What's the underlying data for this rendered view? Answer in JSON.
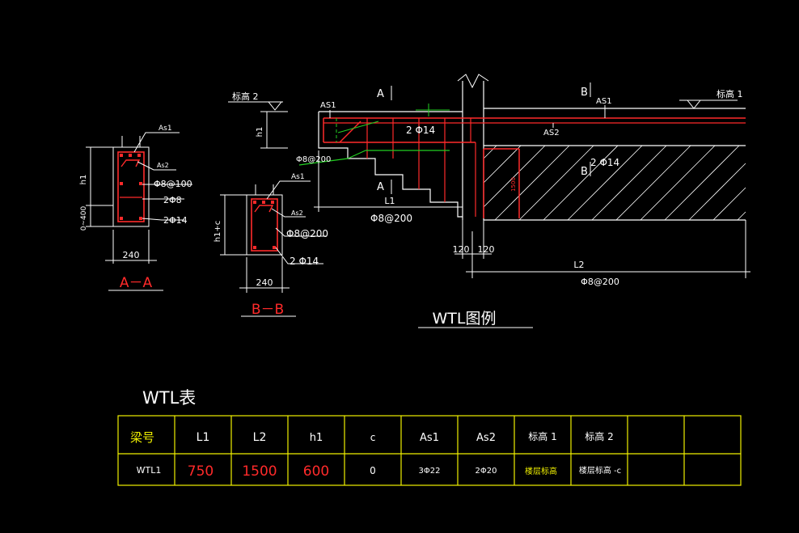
{
  "colors": {
    "background": "#000000",
    "outline": "#ffffff",
    "frame": "#f0f000",
    "rebar": "#ff2a2a",
    "stirrup": "#22d022",
    "value_red": "#ff2a2a"
  },
  "section_aa": {
    "title": "A－A",
    "as1": "As1",
    "as2": "As2",
    "stirrup": "Φ8@100",
    "bars_mid": "2Φ8",
    "bars_bot": "2Φ14",
    "h1": "h1",
    "dim_400": "0~400",
    "width": "240"
  },
  "section_bb": {
    "title": "B－B",
    "as1": "As1",
    "as2": "As2",
    "stirrup": "Φ8@200",
    "bars_bot": "2 Φ14",
    "h1c": "h1+c",
    "width": "240"
  },
  "elevation": {
    "elev2": "标高 2",
    "elev1": "标高 1",
    "h1": "h1",
    "a_top": "A",
    "a_bot": "A",
    "b_top": "B",
    "b_mid": "B",
    "as1_left": "AS1",
    "as1_right": "AS1",
    "as2": "AS2",
    "bars_top": "2 Φ14",
    "bars_right": "2 Φ14",
    "stirrup_small": "Φ8@200",
    "l1": "L1",
    "l1_stirrup": "Φ8@200",
    "dim_120a": "120",
    "dim_120b": "120",
    "l2": "L2",
    "l2_stirrup": "Φ8@200",
    "dim_1500": "1500",
    "legend_title": "WTL图例"
  },
  "table": {
    "title": "WTL表",
    "headers": [
      "梁号",
      "L1",
      "L2",
      "h1",
      "c",
      "As1",
      "As2",
      "标高 1",
      "标高 2",
      "",
      ""
    ],
    "row": [
      "WTL1",
      "750",
      "1500",
      "600",
      "0",
      "3Φ22",
      "2Φ20",
      "楼层标高",
      "楼层标高 -c",
      "",
      ""
    ]
  }
}
